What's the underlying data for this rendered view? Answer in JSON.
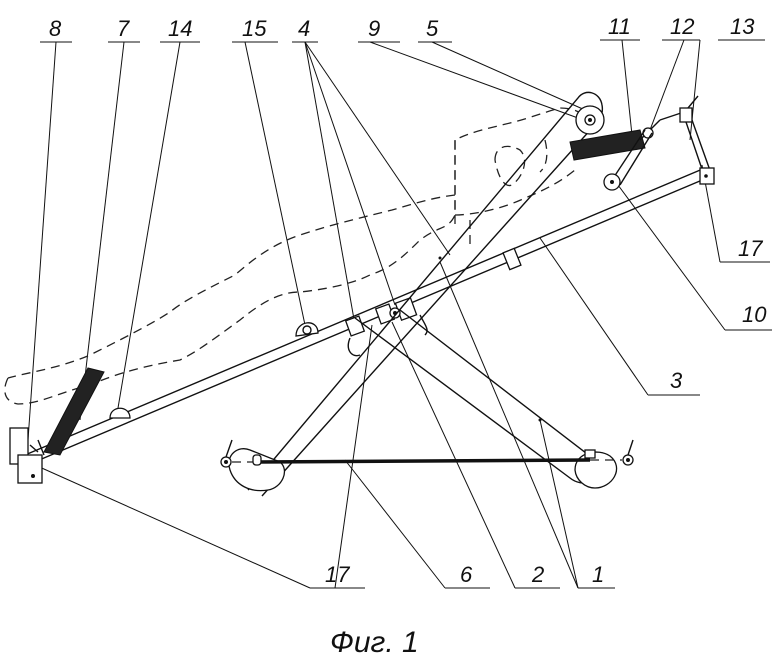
{
  "figure": {
    "caption": "Фиг. 1",
    "labels": {
      "l8": "8",
      "l7": "7",
      "l14": "14",
      "l15": "15",
      "l4": "4",
      "l9": "9",
      "l5": "5",
      "l11": "11",
      "l12": "12",
      "l13": "13",
      "l17a": "17",
      "l10": "10",
      "l3": "3",
      "l17b": "17",
      "l6": "6",
      "l2": "2",
      "l1": "1"
    }
  }
}
